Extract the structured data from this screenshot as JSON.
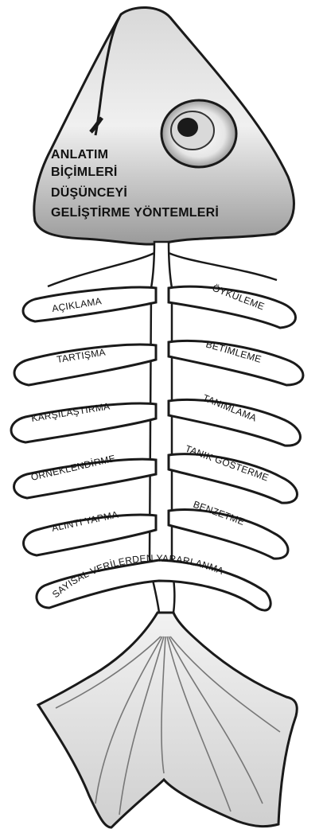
{
  "title_lines": [
    "ANLATIM",
    "BİÇİMLERİ",
    "DÜŞÜNCEYİ",
    "GELİŞTİRME YÖNTEMLERİ"
  ],
  "left_bones": [
    {
      "label": "AÇIKLAMA"
    },
    {
      "label": "TARTIŞMA"
    },
    {
      "label": "KARŞILAŞTIRMA"
    },
    {
      "label": "ÖRNEKLENDİRME"
    },
    {
      "label": "ALINTI YAPMA"
    }
  ],
  "right_bones": [
    {
      "label": "ÖYKÜLEME"
    },
    {
      "label": "BETİMLEME"
    },
    {
      "label": "TANIMLAMA"
    },
    {
      "label": "TANIK GÖSTERME"
    },
    {
      "label": "BENZETME"
    }
  ],
  "tail_label": "SAYISAL VERİLERDEN YARARLANMA"
}
